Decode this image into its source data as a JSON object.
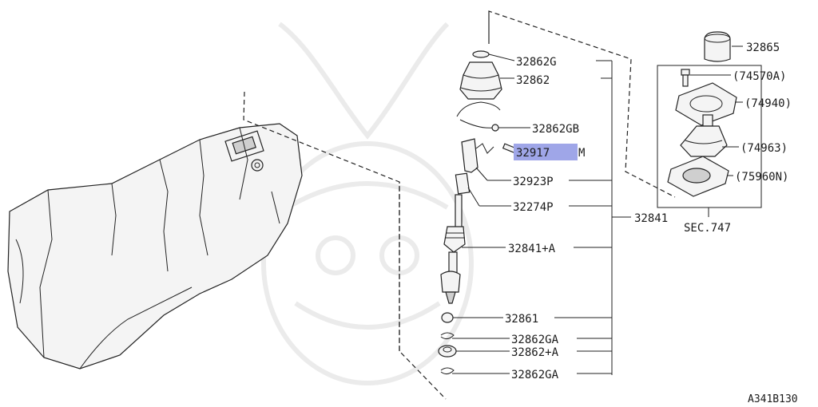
{
  "diagram_id": "A341B130",
  "main_assembly": "32841",
  "sec_ref": "SEC.747",
  "parts": [
    {
      "key": "p32862g",
      "label": "32862G"
    },
    {
      "key": "p32862",
      "label": "32862"
    },
    {
      "key": "p32862gb",
      "label": "32862GB"
    },
    {
      "key": "p32917m_code",
      "label": "32917"
    },
    {
      "key": "p32917m_suffix",
      "label": "M"
    },
    {
      "key": "p32923p",
      "label": "32923P"
    },
    {
      "key": "p32274p",
      "label": "32274P"
    },
    {
      "key": "p32841a",
      "label": "32841+A"
    },
    {
      "key": "p32861",
      "label": "32861"
    },
    {
      "key": "p32862ga_1",
      "label": "32862GA"
    },
    {
      "key": "p32862a",
      "label": "32862+A"
    },
    {
      "key": "p32862ga_2",
      "label": "32862GA"
    },
    {
      "key": "p32865",
      "label": "32865"
    },
    {
      "key": "p74570a",
      "label": "(74570A)"
    },
    {
      "key": "p74940",
      "label": "(74940)"
    },
    {
      "key": "p74963",
      "label": "(74963)"
    },
    {
      "key": "p75960n",
      "label": "(75960N)"
    }
  ],
  "highlight_color": "#9fa6e8"
}
